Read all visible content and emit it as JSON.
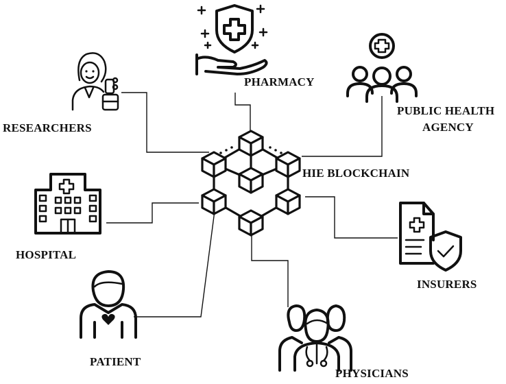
{
  "labels": {
    "pharmacy": "PHARMACY",
    "public_health_line1": "PUBLIC HEALTH",
    "public_health_line2": "AGENCY",
    "researchers": "RESEARCHERS",
    "hie_blockchain": "HIE BLOCKCHAIN",
    "hospital": "HOSPITAL",
    "insurers": "INSURERS",
    "patient": "PATIENT",
    "physicians": "PHYSICIANS"
  },
  "icons": {
    "pharmacy": "hand-shield-cross-icon",
    "public_health": "group-people-cross-icon",
    "researchers": "researcher-woman-icon",
    "blockchain": "blockchain-cube-network-icon",
    "hospital": "hospital-building-icon",
    "insurers": "document-shield-check-icon",
    "patient": "person-heart-icon",
    "physicians": "doctors-group-icon"
  },
  "colors": {
    "ink": "#111111",
    "background": "#ffffff"
  }
}
